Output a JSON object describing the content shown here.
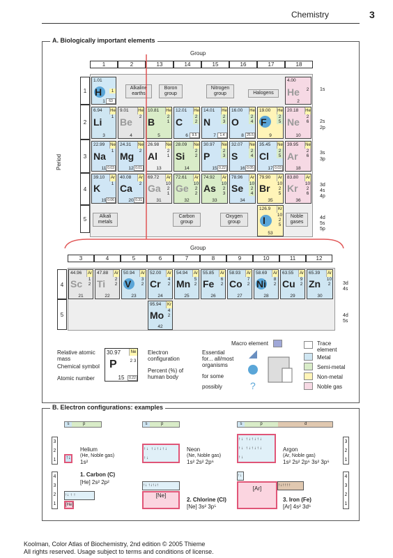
{
  "header": {
    "title": "Chemistry",
    "page": "3"
  },
  "panelA": {
    "title": "A. Biologically important elements",
    "group_label": "Group",
    "period_label": "Period",
    "groups_main": [
      "1",
      "2",
      "13",
      "14",
      "15",
      "16",
      "17",
      "18"
    ],
    "groups_trans": [
      "3",
      "4",
      "5",
      "6",
      "7",
      "8",
      "9",
      "10",
      "11",
      "12"
    ],
    "periods": [
      "1",
      "2",
      "3",
      "4",
      "5"
    ],
    "callouts": {
      "alkaline": "Alkaline earths",
      "boron": "Boron group",
      "nitrogen": "Nitrogen group",
      "halogens": "Halogens",
      "alkali": "Alkali metals",
      "carbon": "Carbon group",
      "oxygen": "Oxygen group",
      "noble": "Noble gases"
    },
    "shells": [
      "1s",
      "2s",
      "2p",
      "3s",
      "3p",
      "3d",
      "4s",
      "4p",
      "4d",
      "5s",
      "5p"
    ],
    "trans_shells": [
      "3d",
      "4s",
      "4d",
      "5s"
    ],
    "key": {
      "mass": "30.97",
      "gas": "Ne",
      "symbol": "P",
      "config": "2 3",
      "number": "15",
      "percent": "0.22",
      "label_mass": "Relative atomic mass",
      "label_symbol": "Chemical symbol",
      "label_number": "Atomic number",
      "label_config": "Electron configuration",
      "label_percent": "Percent (%) of human body"
    },
    "legend": {
      "macro": "Macro element",
      "trace": "Trace element",
      "essential": "Essential for... all/most organisms",
      "some": "for some",
      "possibly": "possibly",
      "metal": "Metal",
      "semi": "Semi-metal",
      "non": "Non-metal",
      "noble": "Noble gas"
    }
  },
  "panelB": {
    "title": "B. Electron configurations: examples",
    "helium": {
      "name": "Helium",
      "sub": "(He, Noble gas)",
      "cfg": "1s²"
    },
    "neon": {
      "name": "Neon",
      "sub": "(Ne, Noble gas)",
      "cfg": "1s² 2s² 2p⁶"
    },
    "argon": {
      "name": "Argon",
      "sub": "(Ar, Noble gas)",
      "cfg": "1s² 2s² 2p⁶ 3s² 3p⁶"
    },
    "carbon": {
      "name": "1. Carbon (C)",
      "cfg": "[He] 2s² 2p²"
    },
    "chlorine": {
      "name": "2. Chlorine (Cl)",
      "cfg": "[Ne] 3s² 3p⁵"
    },
    "iron": {
      "name": "3. Iron (Fe)",
      "cfg": "[Ar] 4s² 3d⁶"
    },
    "core_he": "[He]",
    "core_ne": "[Ne]",
    "core_ar": "[Ar]",
    "s": "s",
    "p": "p",
    "d": "d",
    "levels": [
      "3",
      "2",
      "1"
    ],
    "levels4": [
      "4",
      "3",
      "2",
      "1"
    ]
  },
  "footer": {
    "line1": "Koolman, Color Atlas of Biochemistry, 2nd edition © 2005 Thieme",
    "line2": "All rights reserved. Usage subject to terms and conditions of license."
  }
}
